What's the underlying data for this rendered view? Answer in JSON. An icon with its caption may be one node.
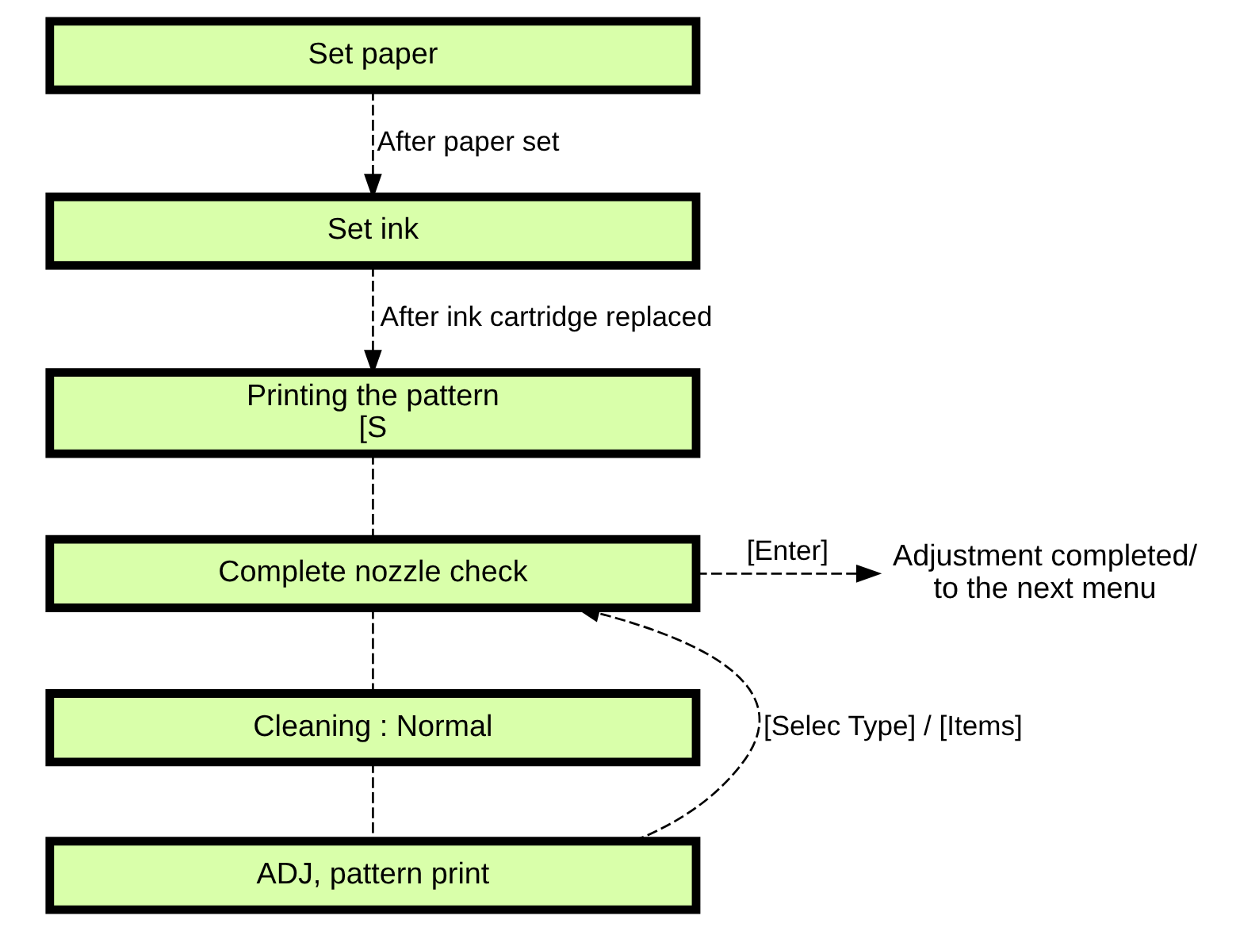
{
  "diagram": {
    "nodes": [
      {
        "text": [
          "Set paper"
        ]
      },
      {
        "text": [
          "Set ink"
        ]
      },
      {
        "text": [
          "Printing the pattern",
          "[S"
        ]
      },
      {
        "text": [
          "Complete nozzle check"
        ]
      },
      {
        "text": [
          "Cleaning : Normal"
        ]
      },
      {
        "text": [
          "ADJ, pattern print"
        ]
      },
      {
        "text": [
          "Adjustment completed/to the next menu"
        ]
      }
    ],
    "edges": [
      {
        "from": 0,
        "to": 1,
        "arrow": "to",
        "style": "dashed",
        "label": "After paper set"
      },
      {
        "from": 1,
        "to": 2,
        "arrow": "to",
        "style": "dashed",
        "label": "After ink cartridge replaced"
      },
      {
        "from": 2,
        "to": 3,
        "arrow": "none",
        "style": "dashed"
      },
      {
        "from": 3,
        "to": 4,
        "arrow": "none",
        "style": "dashed"
      },
      {
        "from": 4,
        "to": 5,
        "arrow": "none",
        "style": "dashed"
      },
      {
        "from": 5,
        "to": 3,
        "arrow": "to",
        "style": "dashed",
        "label": "[Selec Type] / [Items]"
      },
      {
        "from": 3,
        "to": 6,
        "arrow": "to",
        "style": "dashed",
        "label": "[Enter]"
      }
    ]
  }
}
